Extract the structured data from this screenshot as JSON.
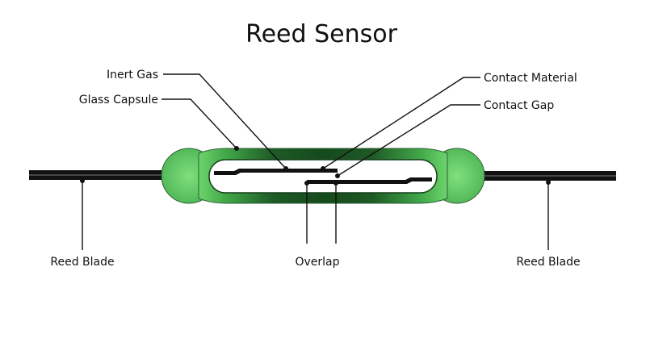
{
  "title": "Reed Sensor",
  "labels": {
    "inert_gas": "Inert Gas",
    "glass_capsule": "Glass Capsule",
    "contact_material": "Contact Material",
    "contact_gap": "Contact Gap",
    "reed_blade_left": "Reed Blade",
    "overlap": "Overlap",
    "reed_blade_right": "Reed Blade"
  },
  "colors": {
    "glass_dark": "#1f5e26",
    "glass_light": "#6cd46b",
    "blade": "#111111",
    "background": "#ffffff"
  }
}
